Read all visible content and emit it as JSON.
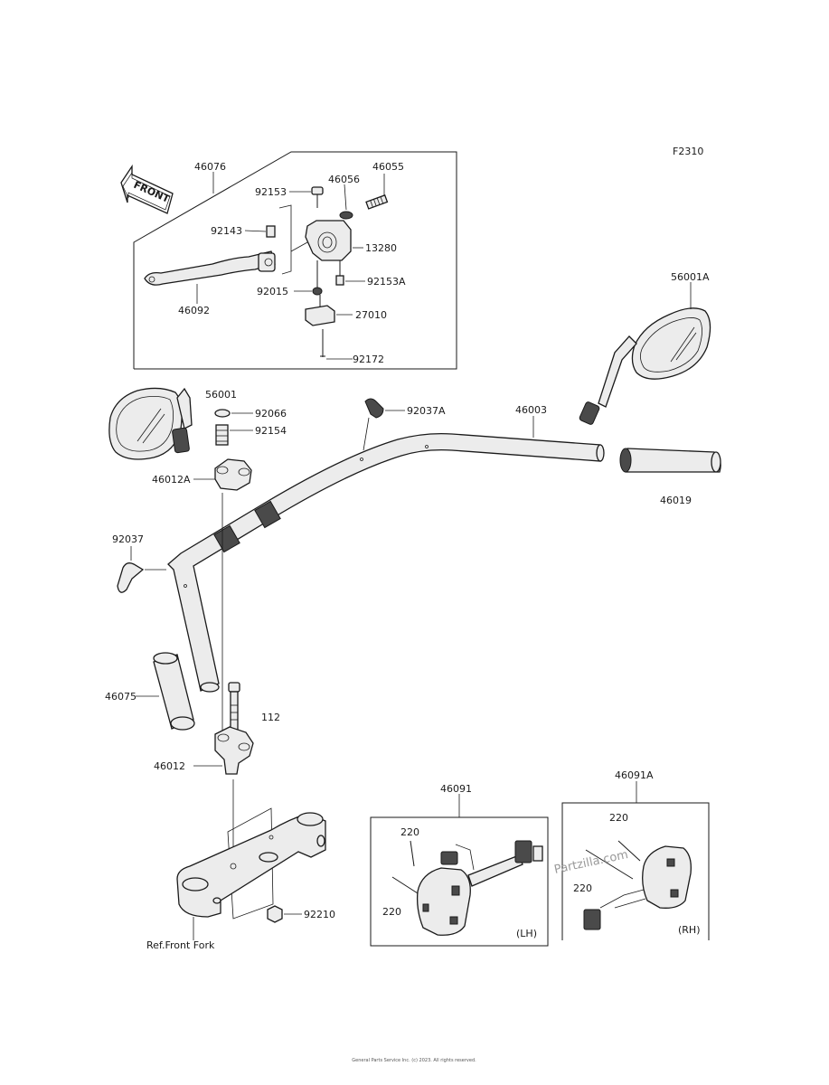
{
  "diagram_code": "F2310",
  "front_label": "FRONT",
  "parts": {
    "p46076": "46076",
    "p46055": "46055",
    "p46056": "46056",
    "p92153": "92153",
    "p92143": "92143",
    "p13280": "13280",
    "p92015": "92015",
    "p92153A": "92153A",
    "p46092": "46092",
    "p27010": "27010",
    "p92172": "92172",
    "p56001A": "56001A",
    "p56001": "56001",
    "p92066": "92066",
    "p92154": "92154",
    "p92037A": "92037A",
    "p46003": "46003",
    "p46012A": "46012A",
    "p46019": "46019",
    "p92037": "92037",
    "p46075": "46075",
    "p112": "112",
    "p46012": "46012",
    "p46091": "46091",
    "p46091A": "46091A",
    "p220a": "220",
    "p220b": "220",
    "p220c": "220",
    "p220d": "220",
    "p92210": "92210"
  },
  "ref_label": "Ref.Front Fork",
  "lh_label": "(LH)",
  "rh_label": "(RH)",
  "watermark": "Partzilla.com",
  "copyright": "General Parts Service Inc. (c) 2023. All rights reserved."
}
